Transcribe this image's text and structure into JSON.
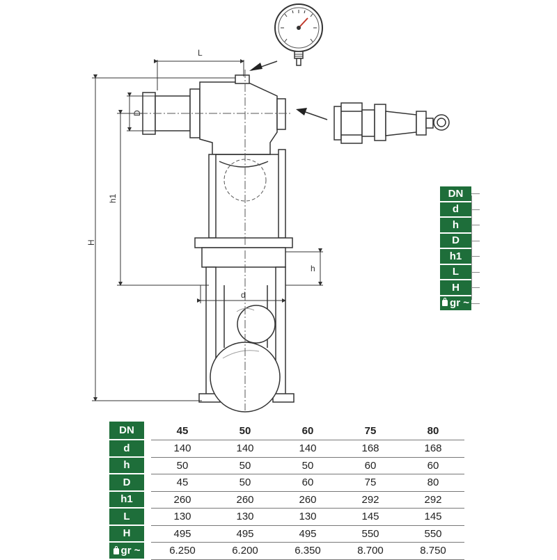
{
  "dimension_labels": {
    "L": "L",
    "D": "D",
    "h1": "h1",
    "H": "H",
    "h": "h",
    "d": "d"
  },
  "legend": {
    "rows": [
      "DN",
      "d",
      "h",
      "D",
      "h1",
      "L",
      "H",
      "gr ~"
    ],
    "weight_icon": "weight-icon"
  },
  "table": {
    "row_labels": [
      "DN",
      "d",
      "h",
      "D",
      "h1",
      "L",
      "H",
      "gr ~"
    ],
    "columns": [
      {
        "DN": "45",
        "d": "140",
        "h": "50",
        "D": "45",
        "h1": "260",
        "L": "130",
        "H": "495",
        "gr": "6.250"
      },
      {
        "DN": "50",
        "d": "140",
        "h": "50",
        "D": "50",
        "h1": "260",
        "L": "130",
        "H": "495",
        "gr": "6.200"
      },
      {
        "DN": "60",
        "d": "140",
        "h": "50",
        "D": "60",
        "h1": "260",
        "L": "130",
        "H": "495",
        "gr": "6.350"
      },
      {
        "DN": "75",
        "d": "168",
        "h": "60",
        "D": "75",
        "h1": "292",
        "L": "145",
        "H": "550",
        "gr": "8.700"
      },
      {
        "DN": "80",
        "d": "168",
        "h": "60",
        "D": "80",
        "h1": "292",
        "L": "145",
        "H": "550",
        "gr": "8.750"
      }
    ]
  },
  "colors": {
    "header_green": "#1e6e3a",
    "line": "#333333"
  }
}
